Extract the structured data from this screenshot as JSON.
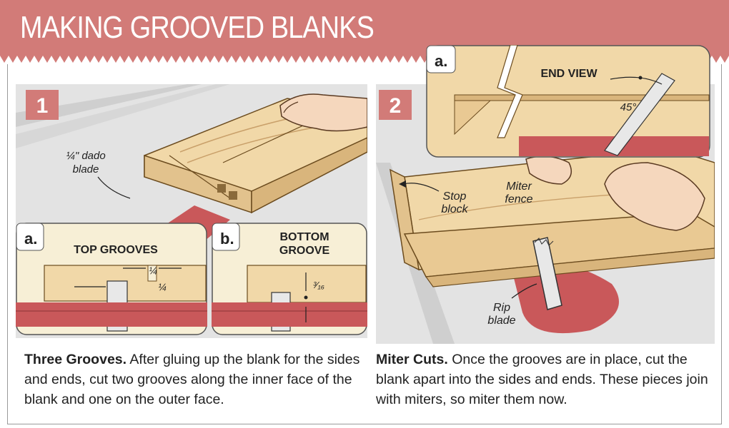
{
  "title": "MAKING GROOVED BLANKS",
  "colors": {
    "banner": "#d27b78",
    "saw_red": "#c9585a",
    "wood": "#f1d8a8",
    "wood_dark": "#d9b57c",
    "table_gray": "#e3e3e3",
    "inset_bg": "#f7efd6"
  },
  "step1": {
    "number": "1",
    "callout_dado": "¼\" dado blade",
    "inset_a": {
      "letter": "a.",
      "label": "TOP GROOVES",
      "dim1": "¼",
      "dim2": "¼"
    },
    "inset_b": {
      "letter": "b.",
      "label_line1": "BOTTOM",
      "label_line2": "GROOVE",
      "dim": "³⁄₁₆"
    },
    "caption_bold": "Three Grooves.",
    "caption_text": "After gluing up the blank for the sides and ends, cut two grooves along the inner face of the blank and one on the outer face."
  },
  "step2": {
    "number": "2",
    "inset_a": {
      "letter": "a.",
      "label": "END VIEW",
      "angle": "45°"
    },
    "callout_stop": "Stop block",
    "callout_fence": "Miter fence",
    "callout_rip": "Rip blade",
    "caption_bold": "Miter Cuts.",
    "caption_text": "Once the grooves are in place, cut the blank apart into the sides and ends. These pieces join with miters, so miter them now."
  },
  "icons": [
    "hand-icon",
    "dado-blade-icon",
    "rip-blade-icon",
    "protractor-icon",
    "break-line-icon"
  ]
}
